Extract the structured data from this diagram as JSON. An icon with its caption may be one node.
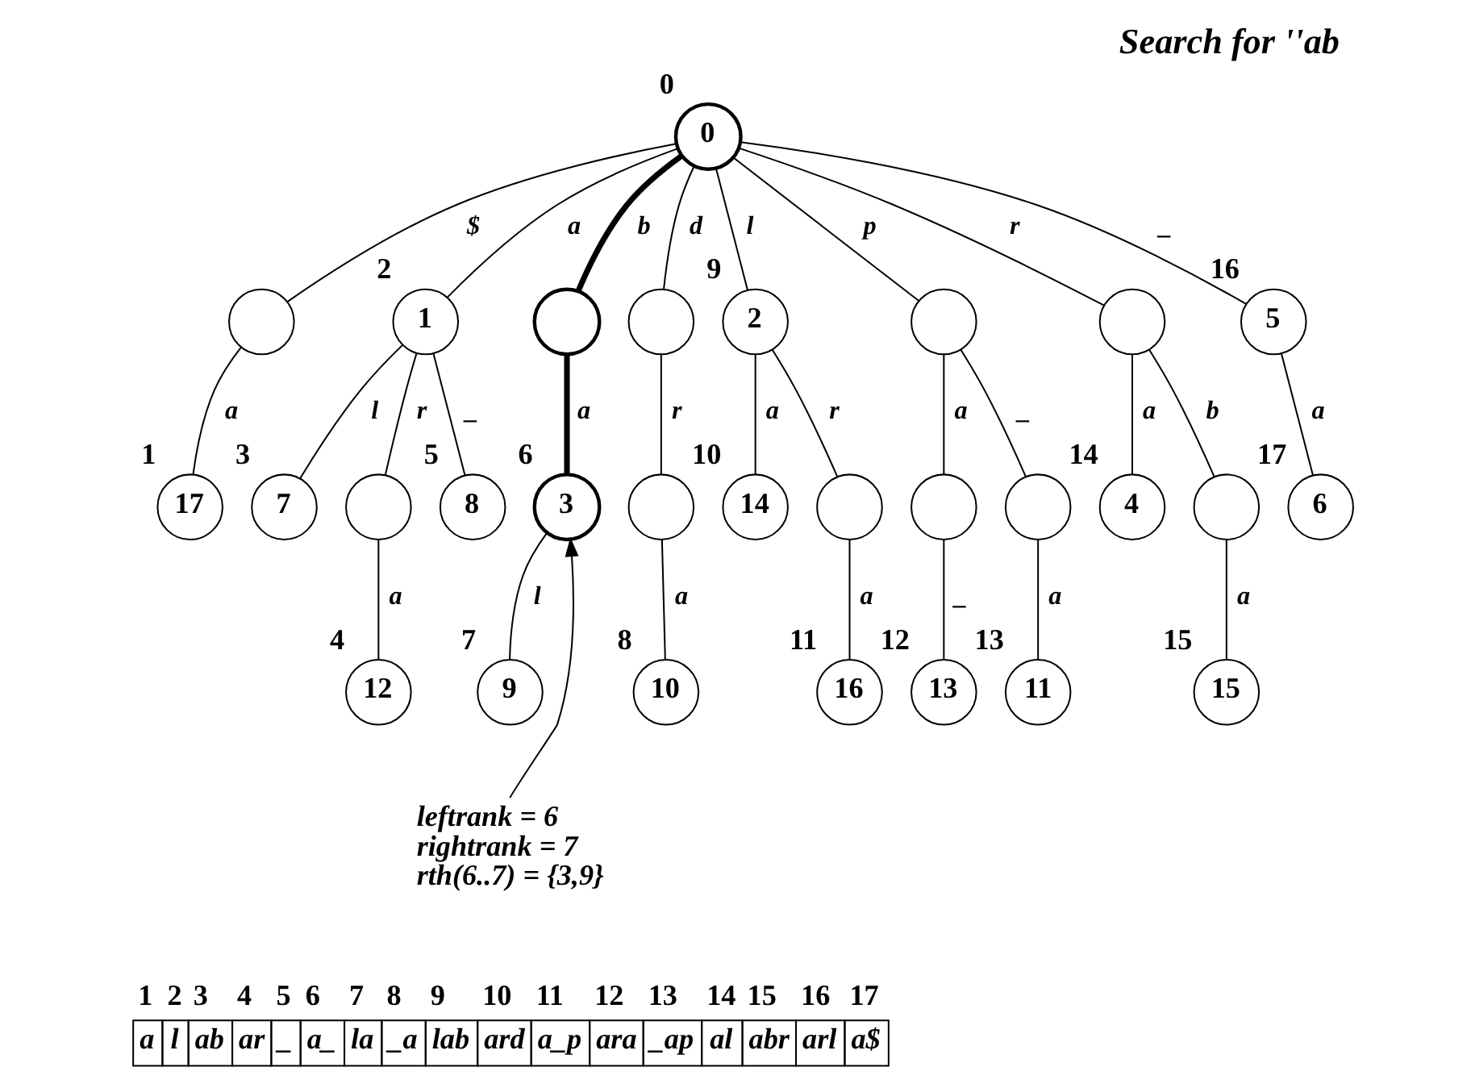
{
  "diagram": {
    "title": "Search for ''ab",
    "nodes": [
      {
        "text": [
          "0"
        ],
        "beside": [
          "0"
        ]
      },
      {
        "text": [],
        "shape": "circle"
      },
      {
        "text": [
          "1"
        ],
        "beside": [
          "2"
        ]
      },
      {
        "text": [],
        "shape": "circle"
      },
      {
        "text": [],
        "shape": "circle"
      },
      {
        "text": [
          "2"
        ],
        "beside": [
          "9"
        ]
      },
      {
        "text": [],
        "shape": "circle"
      },
      {
        "text": [],
        "shape": "circle"
      },
      {
        "text": [
          "5"
        ],
        "beside": [
          "16"
        ]
      },
      {
        "text": [
          "17"
        ],
        "beside": [
          "1"
        ]
      },
      {
        "text": [
          "7"
        ],
        "beside": [
          "3"
        ]
      },
      {
        "text": [],
        "shape": "circle"
      },
      {
        "text": [
          "8"
        ],
        "beside": [
          "5"
        ]
      },
      {
        "text": [
          "3"
        ],
        "beside": [
          "6"
        ]
      },
      {
        "text": [],
        "shape": "circle"
      },
      {
        "text": [
          "14"
        ],
        "beside": [
          "10"
        ]
      },
      {
        "text": [],
        "shape": "circle"
      },
      {
        "text": [],
        "shape": "circle"
      },
      {
        "text": [],
        "shape": "circle"
      },
      {
        "text": [
          "4"
        ],
        "beside": [
          "14"
        ]
      },
      {
        "text": [],
        "shape": "circle"
      },
      {
        "text": [
          "6"
        ],
        "beside": [
          "17"
        ]
      },
      {
        "text": [
          "12"
        ],
        "beside": [
          "4"
        ]
      },
      {
        "text": [
          "9"
        ],
        "beside": [
          "7"
        ]
      },
      {
        "text": [
          "10"
        ],
        "beside": [
          "8"
        ]
      },
      {
        "text": [
          "16"
        ],
        "beside": [
          "11"
        ]
      },
      {
        "text": [
          "13"
        ],
        "beside": [
          "12"
        ]
      },
      {
        "text": [
          "11"
        ],
        "beside": [
          "13"
        ]
      },
      {
        "text": [
          "15"
        ],
        "beside": [
          "15"
        ]
      },
      {
        "text": [
          "leftrank = 6",
          "rightrank = 7",
          "rth(6..7) = {3,9}"
        ]
      }
    ],
    "edges": [
      {
        "from": 0,
        "to": 1,
        "arrow": "none",
        "label": "$"
      },
      {
        "from": 0,
        "to": 2,
        "arrow": "none",
        "label": "a"
      },
      {
        "from": 0,
        "to": 3,
        "arrow": "none",
        "label": "b",
        "style": "thick"
      },
      {
        "from": 0,
        "to": 4,
        "arrow": "none",
        "label": "d"
      },
      {
        "from": 0,
        "to": 5,
        "arrow": "none",
        "label": "l"
      },
      {
        "from": 0,
        "to": 6,
        "arrow": "none",
        "label": "p"
      },
      {
        "from": 0,
        "to": 7,
        "arrow": "none",
        "label": "r"
      },
      {
        "from": 0,
        "to": 8,
        "arrow": "none",
        "label": "_"
      },
      {
        "from": 1,
        "to": 9,
        "arrow": "none",
        "label": "a"
      },
      {
        "from": 2,
        "to": 10,
        "arrow": "none",
        "label": "l"
      },
      {
        "from": 2,
        "to": 11,
        "arrow": "none",
        "label": "r"
      },
      {
        "from": 2,
        "to": 12,
        "arrow": "none",
        "label": "_"
      },
      {
        "from": 3,
        "to": 13,
        "arrow": "none",
        "label": "a",
        "style": "thick"
      },
      {
        "from": 4,
        "to": 14,
        "arrow": "none",
        "label": "r"
      },
      {
        "from": 5,
        "to": 15,
        "arrow": "none",
        "label": "a"
      },
      {
        "from": 5,
        "to": 16,
        "arrow": "none",
        "label": "r"
      },
      {
        "from": 6,
        "to": 17,
        "arrow": "none",
        "label": "a"
      },
      {
        "from": 6,
        "to": 18,
        "arrow": "none",
        "label": "_"
      },
      {
        "from": 7,
        "to": 19,
        "arrow": "none",
        "label": "a"
      },
      {
        "from": 7,
        "to": 20,
        "arrow": "none",
        "label": "b"
      },
      {
        "from": 8,
        "to": 21,
        "arrow": "none",
        "label": "a"
      },
      {
        "from": 11,
        "to": 22,
        "arrow": "none",
        "label": "a"
      },
      {
        "from": 13,
        "to": 23,
        "arrow": "none",
        "label": "l"
      },
      {
        "from": 14,
        "to": 24,
        "arrow": "none",
        "label": "a"
      },
      {
        "from": 16,
        "to": 25,
        "arrow": "none",
        "label": "a"
      },
      {
        "from": 17,
        "to": 26,
        "arrow": "none",
        "label": "_"
      },
      {
        "from": 18,
        "to": 27,
        "arrow": "none",
        "label": "a"
      },
      {
        "from": 20,
        "to": 28,
        "arrow": "none",
        "label": "a"
      },
      {
        "from": 29,
        "to": 13,
        "arrow": "to"
      }
    ],
    "labels": [
      "1",
      "2",
      "3",
      "4",
      "5",
      "6",
      "7",
      "8",
      "9",
      "10",
      "11",
      "12",
      "13",
      "14",
      "15",
      "16",
      "17",
      "a",
      "l",
      "ab",
      "ar",
      "_",
      "a_",
      "la",
      "_a",
      "lab",
      "ard",
      "a_p",
      "ara",
      "_ap",
      "al",
      "abr",
      "arl",
      "a$"
    ]
  }
}
